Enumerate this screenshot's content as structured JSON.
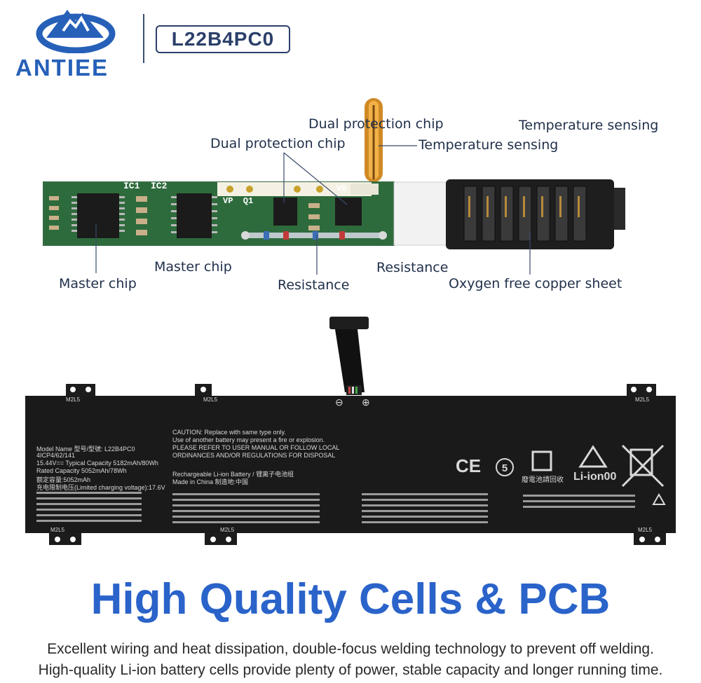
{
  "header": {
    "brand_name": "ANTIEE",
    "model_code": "L22B4PC0"
  },
  "pcb_callouts": {
    "dual_protection_chip_upper": "Dual protection chip",
    "temperature_sensing_upper": "Temperature sensing",
    "dual_protection_chip_lower": "Dual protection chip",
    "temperature_sensing_lower": "Temperature sensing",
    "master_chip_upper": "Master chip",
    "master_chip_lower": "Master chip",
    "resistance_upper": "Resistance",
    "resistance_lower": "Resistance",
    "oxygen_free_copper": "Oxygen free copper sheet"
  },
  "pcb_silkscreen": {
    "ic_labels": "IC1  IC2",
    "vp_q1": "VP  Q1",
    "vg": "VG"
  },
  "battery_label": {
    "model_name": "Model Name 型号/型號: L22B4PC0",
    "cells": "4ICP4/62/141",
    "typical_capacity": "15.44V== Typical Capacity 5182mAh/80Wh",
    "rated_capacity": "Rated Capacity 5052mAh/78Wh",
    "cn_capacity": "额定容量:5052mAh",
    "charging_voltage": "充电限制电压(Limited charging voltage):17.6V",
    "caution_title": "CAUTION: Replace with same type only.",
    "caution_line1": "Use of another battery may present a fire or explosion.",
    "caution_line2": "PLEASE REFER TO USER MANUAL OR FOLLOW LOCAL",
    "caution_line3": "ORDINANCES AND/OR REGULATIONS FOR DISPOSAL",
    "rechargeable": "Rechargeable Li-ion Battery / 锂离子电池组",
    "made_in": "Made in China 制造地:中国",
    "recycle_cn": "廢電池請回收",
    "li_ion": "Li-ion00",
    "ce_mark": "CE",
    "mark_5": "5",
    "terminal_minus": "⊖",
    "terminal_plus": "⊕",
    "screw_label": "M2L5"
  },
  "headline": "High Quality Cells & PCB",
  "description_line1": "Excellent wiring and heat dissipation, double-focus welding technology to prevent off welding.",
  "description_line2": "High-quality Li-ion battery cells provide plenty of power, stable capacity and longer running time.",
  "colors": {
    "brand_blue": "#2660b8",
    "headline_blue": "#2a63c9",
    "pcb_green": "#2e6b3c",
    "battery_black": "#1a1a1a"
  }
}
